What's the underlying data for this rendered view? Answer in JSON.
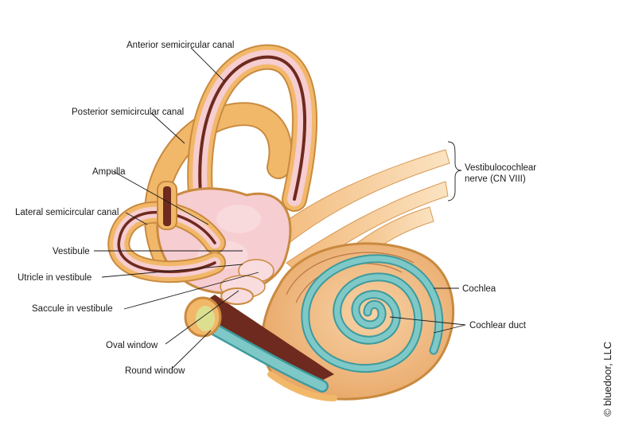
{
  "labels": {
    "anterior_semicircular_canal": "Anterior semicircular canal",
    "posterior_semicircular_canal": "Posterior semicircular canal",
    "ampulla": "Ampulla",
    "lateral_semicircular_canal": "Lateral semicircular canal",
    "vestibule": "Vestibule",
    "utricle": "Utricle in vestibule",
    "saccule": "Saccule in vestibule",
    "oval_window": "Oval window",
    "round_window": "Round window",
    "nerve_line1": "Vestibulocochlear",
    "nerve_line2": "nerve (CN VIII)",
    "cochlea": "Cochlea",
    "cochlear_duct": "Cochlear duct"
  },
  "copyright": "© bluedoor, LLC",
  "colors": {
    "bone": "#f2b86a",
    "bone_light": "#f7cf95",
    "bone_edge": "#c98a3f",
    "membrane": "#f6cdd0",
    "membrane_dark": "#e8a4aa",
    "duct": "#7ec9c8",
    "duct_edge": "#3f9a9c",
    "cavity": "#6e2a1e",
    "nerve": "#f6c890"
  }
}
